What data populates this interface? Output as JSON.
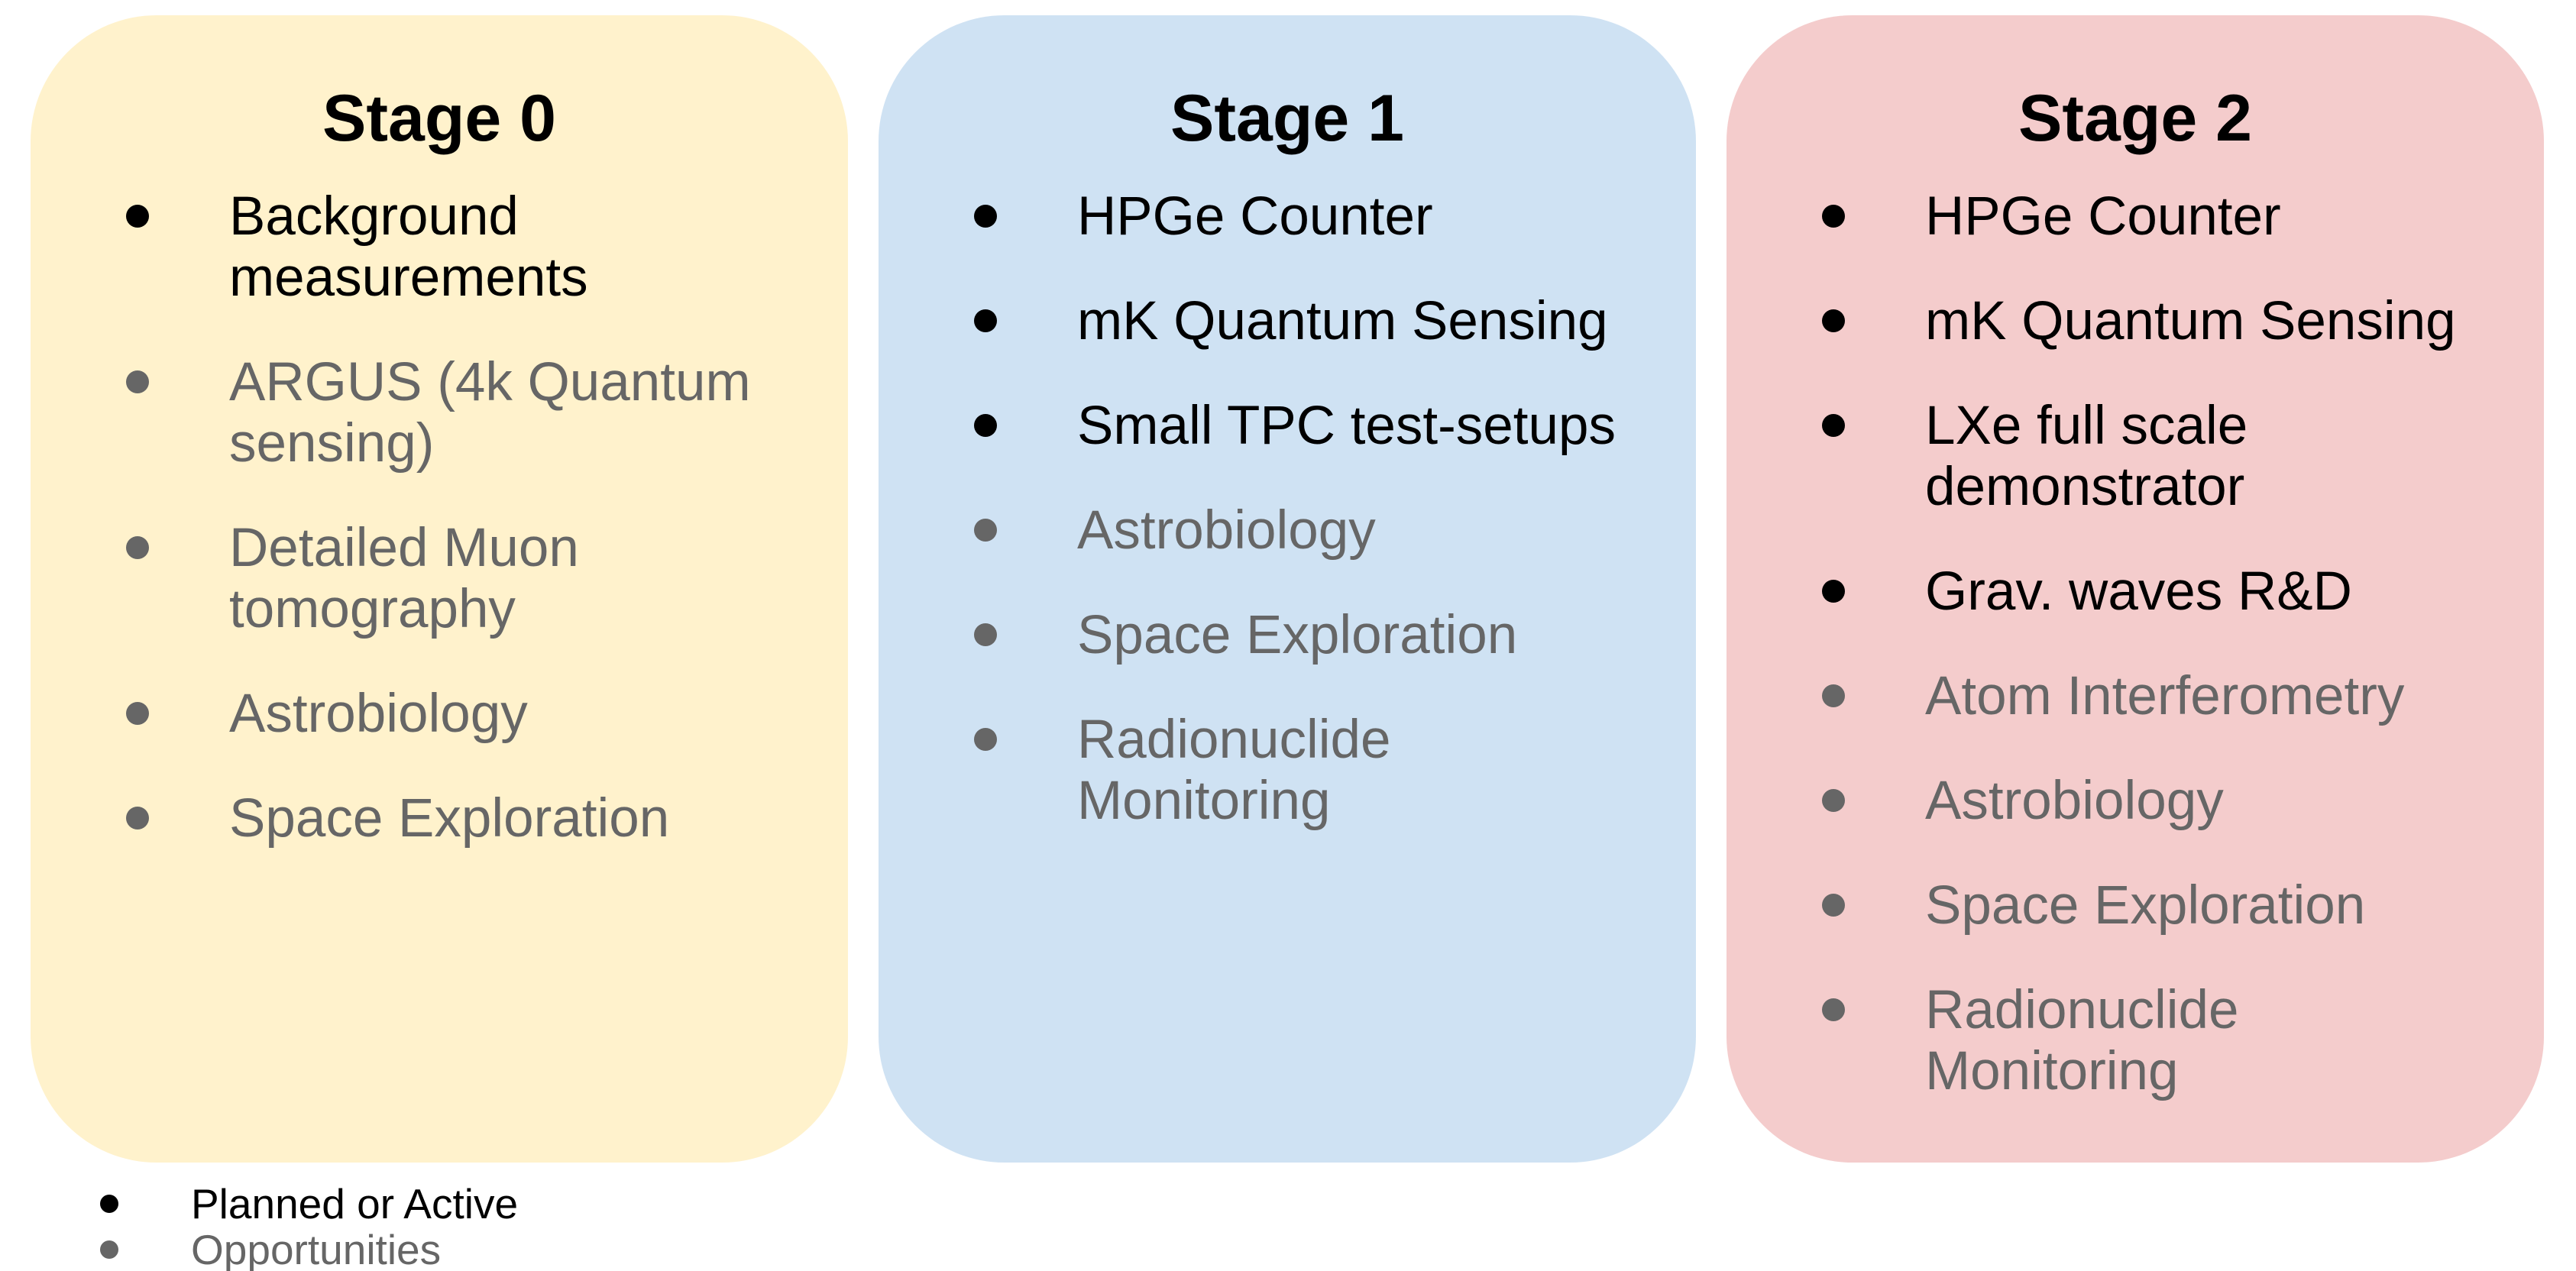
{
  "slide": {
    "background": "#ffffff",
    "status_colors": {
      "active": "#000000",
      "opportunity": "#666666"
    },
    "columns": [
      {
        "title": "Stage 0",
        "color": "#fff2cc",
        "items": [
          {
            "label": "Background measurements",
            "status": "active"
          },
          {
            "label": "ARGUS (4k Quantum sensing)",
            "status": "opportunity"
          },
          {
            "label": "Detailed Muon tomography",
            "status": "opportunity"
          },
          {
            "label": "Astrobiology",
            "status": "opportunity"
          },
          {
            "label": "Space Exploration",
            "status": "opportunity"
          }
        ]
      },
      {
        "title": "Stage 1",
        "color": "#cfe2f3",
        "items": [
          {
            "label": "HPGe Counter",
            "status": "active"
          },
          {
            "label": "mK Quantum Sensing",
            "status": "active"
          },
          {
            "label": "Small TPC test-setups",
            "status": "active"
          },
          {
            "label": "Astrobiology",
            "status": "opportunity"
          },
          {
            "label": "Space Exploration",
            "status": "opportunity"
          },
          {
            "label": "Radionuclide Monitoring",
            "status": "opportunity"
          }
        ]
      },
      {
        "title": "Stage 2",
        "color": "#f4cccc",
        "items": [
          {
            "label": "HPGe Counter",
            "status": "active"
          },
          {
            "label": "mK Quantum Sensing",
            "status": "active"
          },
          {
            "label": "LXe full scale demonstrator",
            "status": "active"
          },
          {
            "label": "Grav. waves R&D",
            "status": "active"
          },
          {
            "label": "Atom Interferometry",
            "status": "opportunity"
          },
          {
            "label": "Astrobiology",
            "status": "opportunity"
          },
          {
            "label": "Space Exploration",
            "status": "opportunity"
          },
          {
            "label": "Radionuclide Monitoring",
            "status": "opportunity"
          }
        ]
      }
    ],
    "legend": {
      "items": [
        {
          "label": "Planned or Active",
          "status": "active"
        },
        {
          "label": "Opportunities",
          "status": "opportunity"
        }
      ]
    }
  }
}
